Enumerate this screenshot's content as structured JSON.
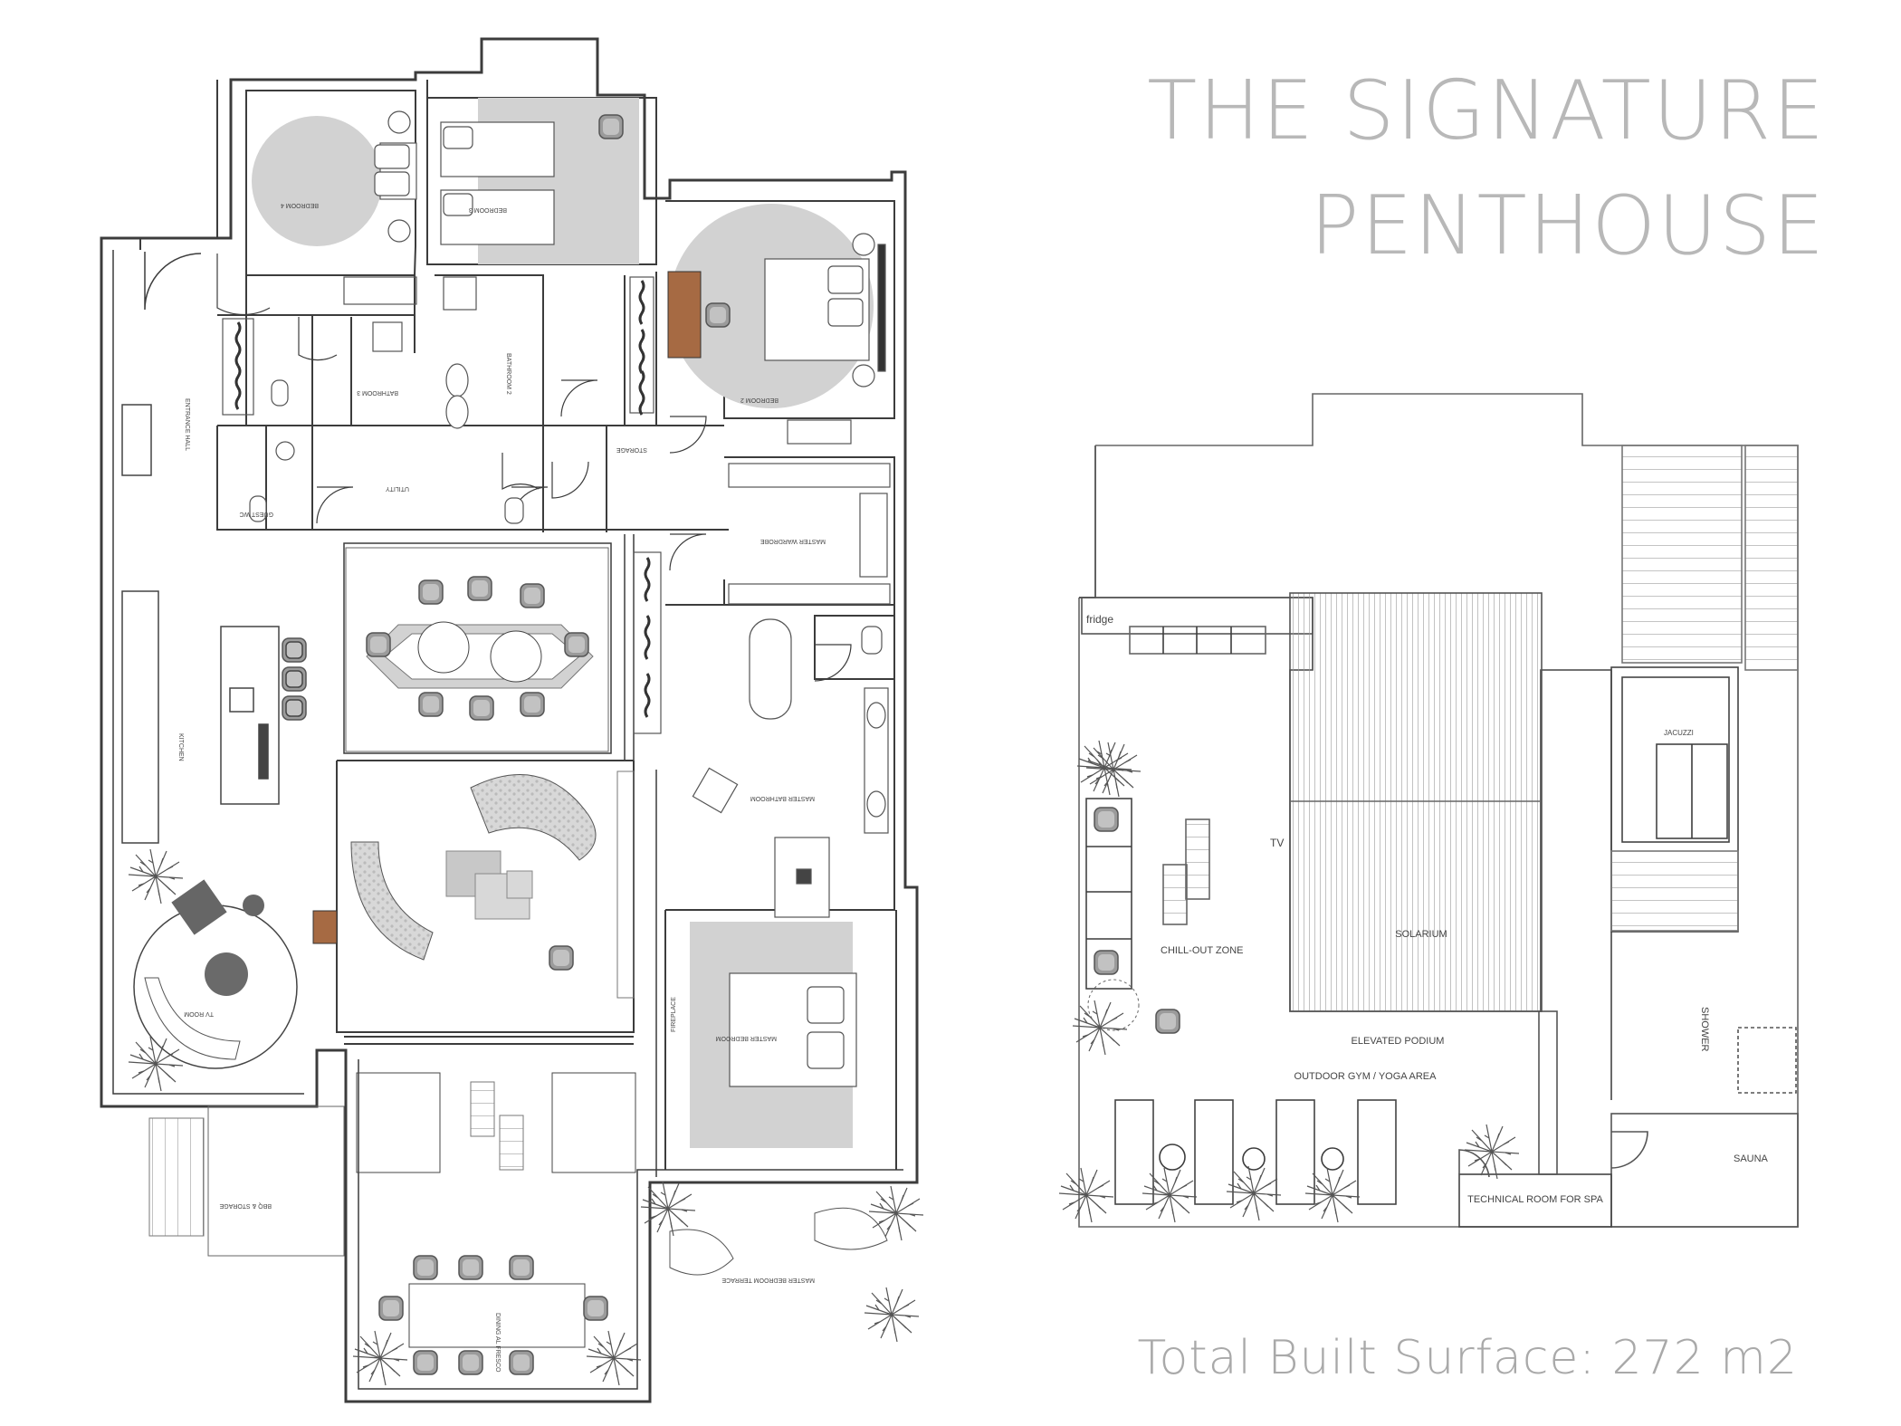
{
  "title": {
    "line1": "THE SIGNATURE",
    "line2": "PENTHOUSE"
  },
  "total_surface": "Total Built Surface: 272 m2",
  "colors": {
    "wall": "#3c3c3c",
    "rug_gray": "#d2d2d2",
    "desk_wood": "#a66a43",
    "title_gray": "#b8b8b8",
    "deck_lines": "#9a9a9a"
  },
  "main_floor_labels": {
    "bedroom4": "BEDROOM 4",
    "bedroom3": "BEDROOM 3",
    "bedroom2": "BEDROOM 2",
    "bathroom3": "BATHROOM 3",
    "bathroom2": "BATHROOM 2",
    "entrance": "ENTRANCE HALL",
    "guest_wc": "GUEST WC",
    "utility": "UTILITY",
    "storage": "STORAGE",
    "master_wardrobe": "MASTER WARDROBE",
    "kitchen": "KITCHEN",
    "master_bathroom": "MASTER BATHROOM",
    "tv_room": "TV ROOM",
    "fireplace": "FIREPLACE",
    "master_bedroom": "MASTER BEDROOM",
    "bbq": "BBQ & STORAGE",
    "master_terrace": "MASTER BEDROOM TERRACE",
    "dining": "DINING AL FRESCO"
  },
  "roof_labels": {
    "fridge": "fridge",
    "tv": "TV",
    "chill": "CHILL-OUT ZONE",
    "solarium": "SOLARIUM",
    "podium": "ELEVATED PODIUM",
    "gym": "OUTDOOR GYM / YOGA AREA",
    "jacuzzi": "JACUZZI",
    "shower": "SHOWER",
    "sauna": "SAUNA",
    "tech": "TECHNICAL ROOM FOR SPA"
  }
}
